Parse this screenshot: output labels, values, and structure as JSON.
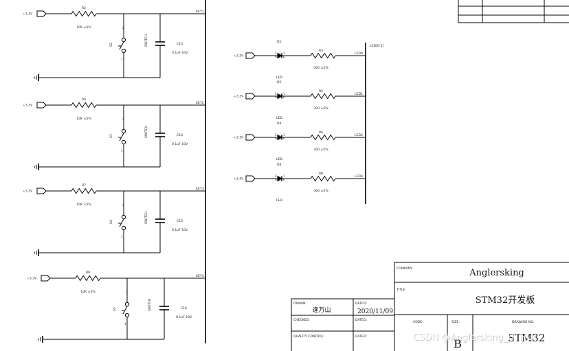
{
  "supply_label": "+3.3V",
  "bus_label": "LED[0:3]",
  "keys": [
    {
      "resistor": "R2",
      "resistor_value": "10K ±5%",
      "switch": "S2",
      "switch_type": "SWITCH",
      "capacitor": "C13",
      "capacitor_value": "0.1uF 10V",
      "net": "KEY1",
      "pin2": "2",
      "pin1": "1"
    },
    {
      "resistor": "R4",
      "resistor_value": "10K ±5%",
      "switch": "S3",
      "switch_type": "SWITCH",
      "capacitor": "C14",
      "capacitor_value": "0.1uF 10V",
      "net": "KEY2",
      "pin2": "2",
      "pin1": "1"
    },
    {
      "resistor": "R7",
      "resistor_value": "10K ±5%",
      "switch": "S4",
      "switch_type": "SWITCH",
      "capacitor": "C15",
      "capacitor_value": "0.1uF 10V",
      "net": "KEY3",
      "pin2": "2",
      "pin1": "1"
    },
    {
      "resistor": "R9",
      "resistor_value": "10K ±5%",
      "switch": "S5",
      "switch_type": "SWITCH",
      "capacitor": "C16",
      "capacitor_value": "0.1uF 10V",
      "net": "KEY4",
      "pin2": "2",
      "pin1": "1"
    }
  ],
  "leds": [
    {
      "diode": "D1",
      "resistor": "R3",
      "resistor_value": "300 ±5%",
      "net": "LED0",
      "type": "LED",
      "a": "2\nA",
      "k": "1\nK"
    },
    {
      "diode": "D2",
      "resistor": "R5",
      "resistor_value": "300 ±5%",
      "net": "LED1",
      "type": "LED",
      "a": "2\nA",
      "k": "1\nK"
    },
    {
      "diode": "D3",
      "resistor": "R6",
      "resistor_value": "300 ±5%",
      "net": "LED2",
      "type": "LED",
      "a": "2\nA",
      "k": "1\nK"
    },
    {
      "diode": "D4",
      "resistor": "R8",
      "resistor_value": "300 ±5%",
      "net": "LED3",
      "type": "LED",
      "a": "2\nA",
      "k": "1\nK"
    }
  ],
  "title_block": {
    "company_label": "COMPANY:",
    "company": "Anglersking",
    "title_label": "TITLE:",
    "title": "STM32开发板",
    "drawn_label": "DRAWN:",
    "drawn_by": "逢万山",
    "dated_label": "DATED:",
    "dated": "2020/11/09",
    "checked_label": "CHECKED:",
    "quality_label": "QUALITY CONTROL:",
    "code_label": "CODE:",
    "size_label": "SIZE:",
    "size": "B",
    "drawing_no_label": "DRAWING NO:",
    "drawing_no": "STM32"
  },
  "watermark": "CSDN @Anglersking_HTHU"
}
